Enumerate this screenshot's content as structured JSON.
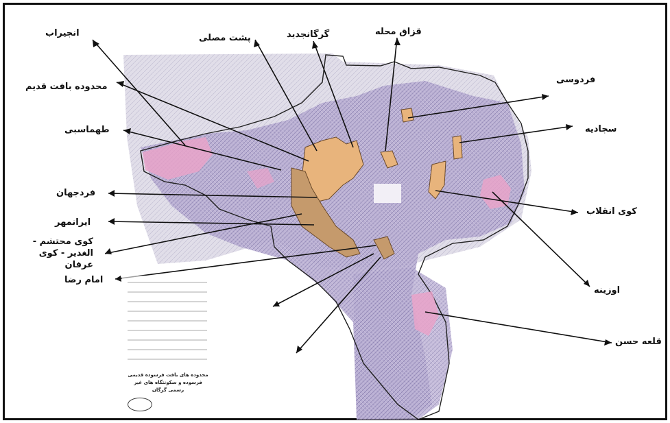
{
  "labels": {
    "anjiraab": "انجیراب",
    "posht_mosalla": "پشت مصلی",
    "gorgan_jadid": "گرگانجدید",
    "qazzaq_mahalleh": "قزاق محله",
    "mahdoodeh_baft_ghadim": "محدوده بافت قدیم",
    "ferdowsi": "فردوسی",
    "sajjadieh": "سجادیه",
    "tahmasbi": "طهماسبی",
    "fardjahan": "فردجهان",
    "kuye_enghelab": "کوی انقلاب",
    "iranmehr": "ایرانمهر",
    "kuye_mohtasham": "کوی محتشم - الغدیر - کوی عرفان",
    "emam_reza": "امام رضا",
    "owzineh": "اوزینه",
    "ghaleh_hasan": "قلعه حسن"
  },
  "legend": {
    "title": "محدوده های بافت فرسوده قدیمی فرسوده و سکونتگاه های غیر رسمی گرگان"
  },
  "colors": {
    "old_texture": "#e8b47c",
    "informal_settlement": "#e9a3c9",
    "map_base": "#a79cc4"
  }
}
